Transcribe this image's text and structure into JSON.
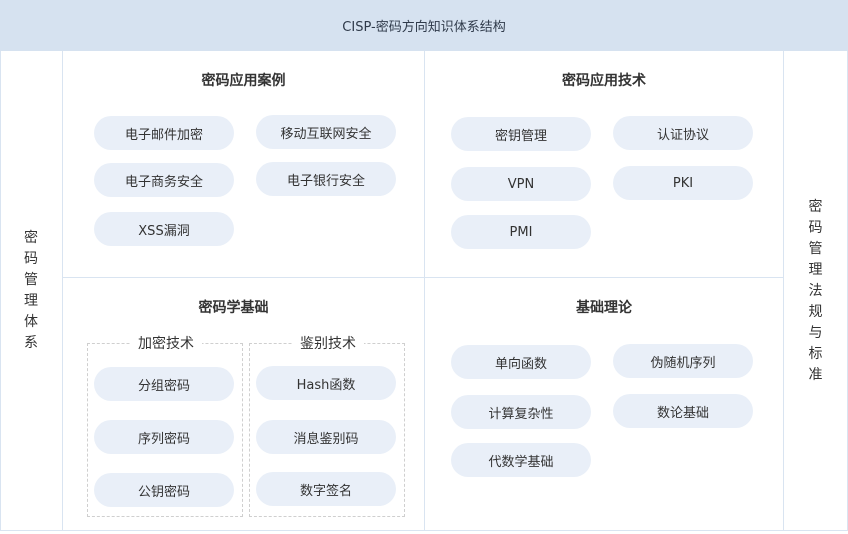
{
  "header": {
    "title": "CISP-密码方向知识体系结构"
  },
  "left_panel": {
    "label": "密码管理体系"
  },
  "right_panel": {
    "label": "密码管理法规与标准"
  },
  "sections": {
    "cases": {
      "title": "密码应用案例",
      "items": [
        "电子邮件加密",
        "移动互联网安全",
        "电子商务安全",
        "电子银行安全",
        "XSS漏洞"
      ]
    },
    "tech": {
      "title": "密码应用技术",
      "items": [
        "密钥管理",
        "认证协议",
        "VPN",
        "PKI",
        "PMI"
      ]
    },
    "basics": {
      "title": "密码学基础",
      "encryption": {
        "title": "加密技术",
        "items": [
          "分组密码",
          "序列密码",
          "公钥密码"
        ]
      },
      "authentication": {
        "title": "鉴别技术",
        "items": [
          "Hash函数",
          "消息鉴别码",
          "数字签名"
        ]
      }
    },
    "theory": {
      "title": "基础理论",
      "items": [
        "单向函数",
        "伪随机序列",
        "计算复杂性",
        "数论基础",
        "代数学基础"
      ]
    }
  }
}
